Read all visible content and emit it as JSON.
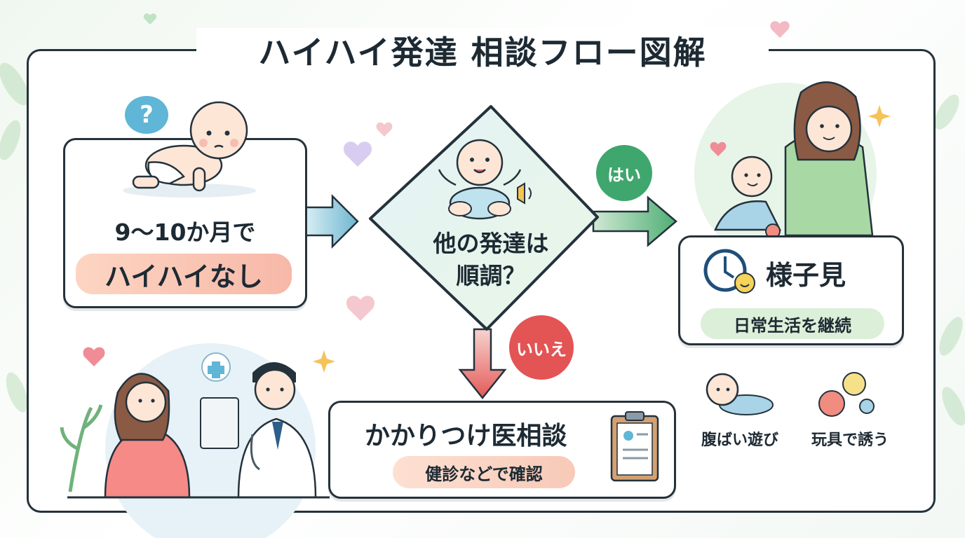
{
  "title": "ハイハイ発達 相談フロー図解",
  "start": {
    "line1": "9〜10か月で",
    "line2": "ハイハイなし",
    "question_mark": "?"
  },
  "decision": {
    "line1": "他の発達は",
    "line2": "順調？"
  },
  "yes": {
    "label": "はい",
    "title": "様子見",
    "subtitle": "日常生活を継続"
  },
  "no": {
    "label": "いいえ",
    "title": "かかりつけ医相談",
    "subtitle": "健診などで確認"
  },
  "tips": [
    {
      "label": "腹ばい遊び",
      "icon": "tummy-time-baby-icon"
    },
    {
      "label": "玩具で誘う",
      "icon": "toy-balls-icon"
    }
  ],
  "colors": {
    "frame": "#24323c",
    "yes_green": "#3fa66d",
    "no_red": "#e35455",
    "start_arrow": "#6fb6d0",
    "bubble_blue": "#5fb6d6"
  }
}
